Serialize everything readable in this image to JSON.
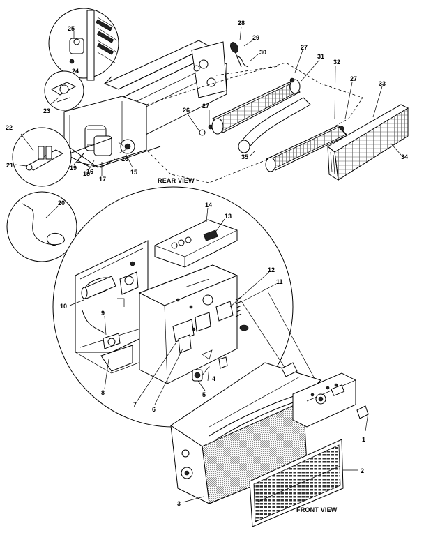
{
  "views": {
    "rear": "REAR VIEW",
    "front": "FRONT VIEW"
  },
  "callouts": [
    "1",
    "2",
    "3",
    "4",
    "5",
    "6",
    "7",
    "8",
    "9",
    "10",
    "11",
    "12",
    "13",
    "14",
    "15",
    "16",
    "16",
    "17",
    "18",
    "19",
    "20",
    "21",
    "22",
    "23",
    "24",
    "25",
    "26",
    "27",
    "27",
    "27",
    "28",
    "29",
    "30",
    "31",
    "32",
    "33",
    "34",
    "35"
  ]
}
